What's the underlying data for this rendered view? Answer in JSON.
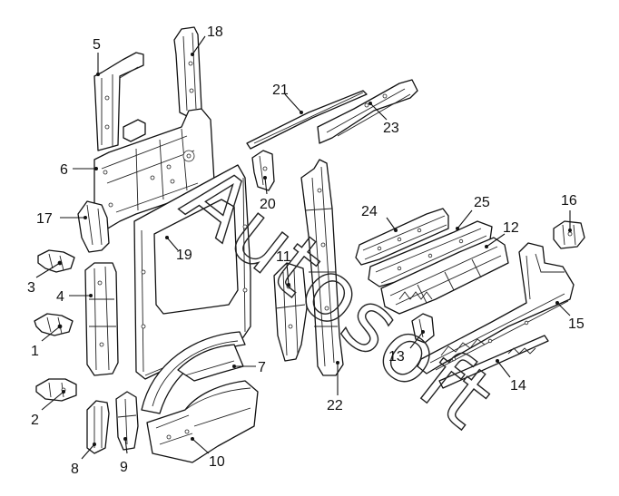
{
  "watermark": "Autosoft",
  "callouts": {
    "p1": "1",
    "p2": "2",
    "p3": "3",
    "p4": "4",
    "p5": "5",
    "p6": "6",
    "p7": "7",
    "p8": "8",
    "p9": "9",
    "p10": "10",
    "p11": "11",
    "p12": "12",
    "p13": "13",
    "p14": "14",
    "p15": "15",
    "p16": "16",
    "p17": "17",
    "p18": "18",
    "p19": "19",
    "p20": "20",
    "p21": "21",
    "p22": "22",
    "p23": "23",
    "p24": "24",
    "p25": "25"
  },
  "colors": {
    "line": "#111111",
    "background": "#ffffff"
  }
}
